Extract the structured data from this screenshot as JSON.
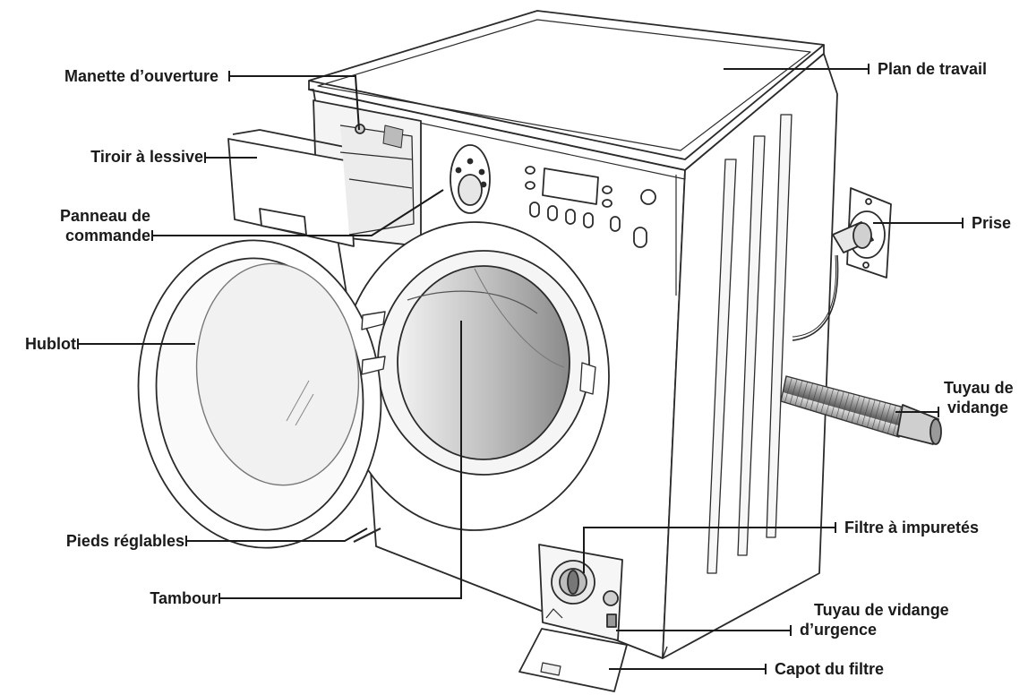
{
  "labels": {
    "manette": "Manette d’ouverture",
    "tiroir": "Tiroir à lessive",
    "panneau_1": "Panneau de",
    "panneau_2": "commande",
    "hublot": "Hublot",
    "pieds": "Pieds réglables",
    "tambour": "Tambour",
    "plan": "Plan de travail",
    "prise": "Prise",
    "tuyau_vidange_1": "Tuyau de",
    "tuyau_vidange_2": "vidange",
    "filtre": "Filtre à impuretés",
    "tuyau_urgence_1": "Tuyau de vidange",
    "tuyau_urgence_2": "d’urgence",
    "capot": "Capot du filtre"
  },
  "colors": {
    "line": "#1a1a1a",
    "drawing": "#2b2b2b",
    "shade": "#c8c8c8",
    "light": "#eeeeee"
  }
}
